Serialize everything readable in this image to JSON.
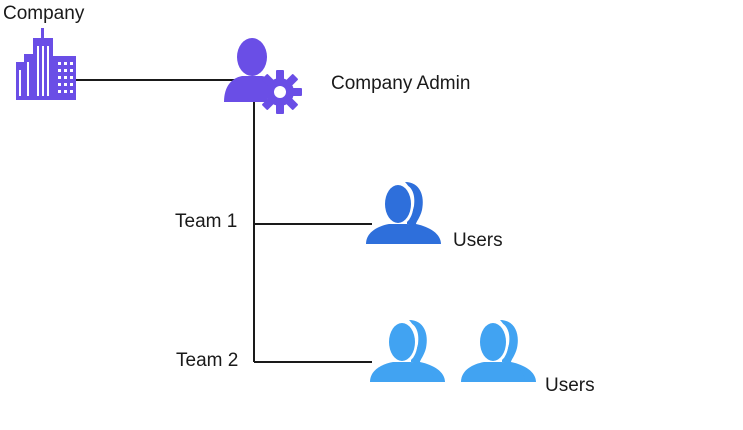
{
  "nodes": {
    "company": {
      "label": "Company",
      "icon": "building-icon"
    },
    "admin": {
      "label": "Company Admin",
      "icon": "user-gear-icon"
    },
    "team1": {
      "label": "Team 1"
    },
    "team2": {
      "label": "Team 2"
    },
    "users1": {
      "label": "Users",
      "icon": "users-group-icon"
    },
    "users2": {
      "label": "Users",
      "icon": "users-group-icon"
    }
  },
  "colors": {
    "company": "#6a4ee6",
    "admin": "#6a4ee6",
    "users1": "#2e6fdb",
    "users2": "#41a3f2",
    "line": "#1a1a1a"
  }
}
